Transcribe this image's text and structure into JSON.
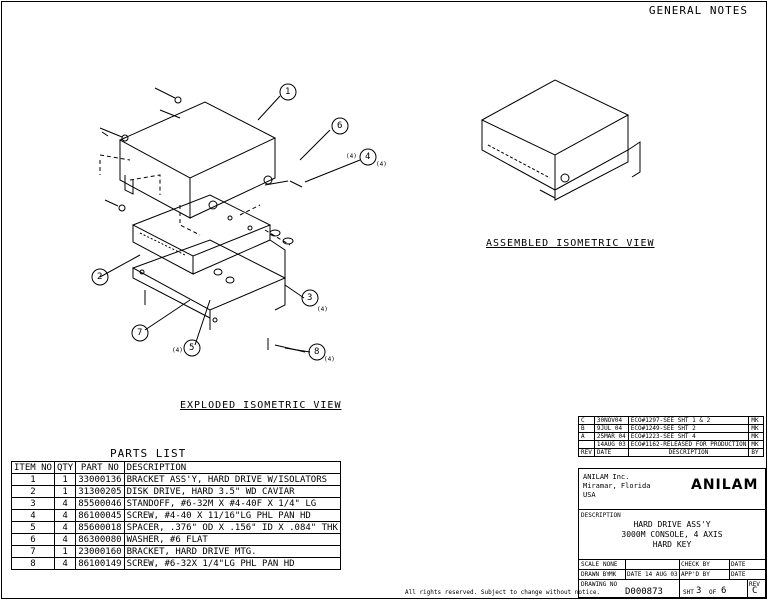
{
  "general_notes": "GENERAL NOTES",
  "views": {
    "exploded": "EXPLODED ISOMETRIC VIEW",
    "assembled": "ASSEMBLED ISOMETRIC VIEW"
  },
  "callouts": [
    "1",
    "2",
    "3",
    "4",
    "5",
    "6",
    "7",
    "8"
  ],
  "qty_notes": [
    "(4)",
    "(4)",
    "(4)",
    "(4)",
    "(4)"
  ],
  "parts_list": {
    "title": "PARTS LIST",
    "headers": [
      "ITEM NO",
      "QTY",
      "PART NO",
      "DESCRIPTION"
    ],
    "rows": [
      [
        "1",
        "1",
        "33000136",
        "BRACKET ASS'Y, HARD DRIVE W/ISOLATORS"
      ],
      [
        "2",
        "1",
        "31300205",
        "DISK DRIVE, HARD 3.5\" WD CAVIAR"
      ],
      [
        "3",
        "4",
        "85500046",
        "STANDOFF, #6-32M X #4-40F X 1/4\" LG"
      ],
      [
        "4",
        "4",
        "86100045",
        "SCREW, #4-40 X 11/16\"LG PHL PAN HD"
      ],
      [
        "5",
        "4",
        "85600018",
        "SPACER, .376\" OD X .156\" ID X .084\" THK"
      ],
      [
        "6",
        "4",
        "86300080",
        "WASHER, #6 FLAT"
      ],
      [
        "7",
        "1",
        "23000160",
        "BRACKET, HARD DRIVE MTG."
      ],
      [
        "8",
        "4",
        "86100149",
        "SCREW, #6-32X 1/4\"LG PHL PAN HD"
      ]
    ]
  },
  "revisions": {
    "rows": [
      [
        "C",
        "30NOV04",
        "ECO#1297-SEE SHT 1 & 2",
        "MK"
      ],
      [
        "B",
        "9JUL 04",
        "ECO#1249-SEE SHT 2",
        "MK"
      ],
      [
        "A",
        "25MAR 04",
        "ECO#1223-SEE SHT 4",
        "MK"
      ],
      [
        "",
        "14AUG 03",
        "ECO#1162-RELEASED FOR PRODUCTION",
        "MK"
      ]
    ],
    "headers": [
      "REV",
      "DATE",
      "DESCRIPTION",
      "BY"
    ]
  },
  "title_block": {
    "company": "ANILAM Inc.",
    "city": "Miramar, Florida",
    "country": "USA",
    "logo": "ANILAM",
    "desc_label": "DESCRIPTION",
    "desc_lines": [
      "HARD DRIVE ASS'Y",
      "3000M CONSOLE, 4 AXIS",
      "HARD KEY"
    ],
    "scale_label": "SCALE",
    "scale_value": "NONE",
    "check_label": "CHECK BY",
    "date_label": "DATE",
    "drawn_label": "DRAWN BY",
    "drawn_value": "MK",
    "drawn_date": "DATE 14 AUG 03",
    "appd_label": "APP'D BY",
    "appd_date_label": "DATE",
    "drawing_no_label": "DRAWING NO",
    "drawing_no": "D000873",
    "sheet_label": "SHT",
    "sheet": "3",
    "of_label": "OF",
    "sheets": "6",
    "rev_label": "REV",
    "rev": "C"
  },
  "footer": "All rights reserved. Subject to change without notice."
}
